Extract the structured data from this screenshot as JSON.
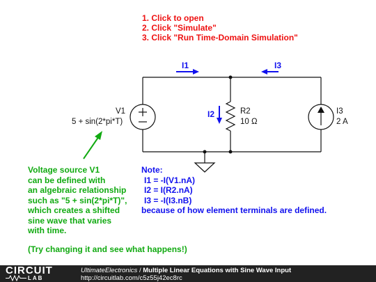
{
  "instructions": [
    "1. Click to open",
    "2. Click \"Simulate\"",
    "3. Click \"Run Time-Domain Simulation\""
  ],
  "currents": {
    "i1_label": "I1",
    "i2_label": "I2",
    "i3_label": "I3"
  },
  "components": {
    "v1": {
      "name": "V1",
      "value": "5 + sin(2*pi*T)"
    },
    "r2": {
      "name": "R2",
      "value": "10 Ω"
    },
    "i3": {
      "name": "I3",
      "value": "2 A"
    }
  },
  "annotation_left": [
    "Voltage source V1",
    "can be defined with",
    "an algebraic relationship",
    "such as \"5 + sin(2*pi*T)\",",
    "which creates a shifted",
    "sine wave that varies",
    "with time."
  ],
  "note": {
    "title": "Note:",
    "lines": [
      "I1 = -I(V1.nA)",
      "I2 = I(R2.nA)",
      "I3 = -I(I3.nB)"
    ],
    "footer": "because of how element terminals are defined."
  },
  "try_text": "(Try changing it and see what happens!)",
  "footer": {
    "logo_top": "CIRCUIT",
    "logo_bottom": "LAB",
    "author": "UltimateElectronics",
    "separator": "/",
    "title": "Multiple Linear Equations with Sine Wave Input",
    "url": "http://circuitlab.com/c5z55j42ec8rc"
  },
  "colors": {
    "red": "#ee1111",
    "green": "#11aa11",
    "blue": "#1111ee",
    "wire": "#111111"
  }
}
